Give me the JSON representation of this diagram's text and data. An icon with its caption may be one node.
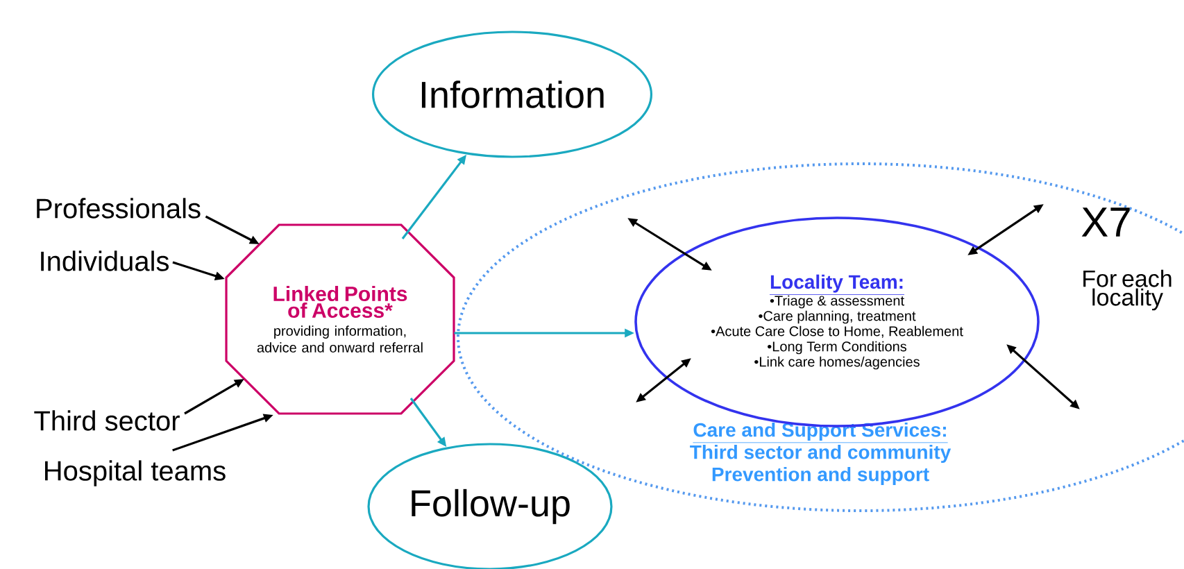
{
  "diagram": {
    "nodes": [
      {
        "text": [
          "Professionals"
        ]
      },
      {
        "text": [
          "Individuals"
        ]
      },
      {
        "text": [
          "Third sector"
        ]
      },
      {
        "text": [
          "Hospital teams"
        ]
      },
      {
        "text": [
          "Linked Points of Access*",
          "providing information, advice and onward referral"
        ]
      },
      {
        "text": [
          "Information"
        ]
      },
      {
        "text": [
          "Follow-up"
        ]
      },
      {
        "text": [
          "Care and Support Services:",
          "Third sector and community",
          "Prevention and support"
        ]
      },
      {
        "text": [
          "Locality Team:",
          "•Triage & assessment",
          "•Care planning, treatment",
          "•Acute Care Close to Home, Reablement",
          "•Long Term Conditions",
          "•Link care homes/agencies"
        ],
        "in": 7
      }
    ],
    "edges": [
      {
        "from": 0,
        "to": 4,
        "arrow": "to"
      },
      {
        "from": 1,
        "to": 4,
        "arrow": "to"
      },
      {
        "from": 2,
        "to": 4,
        "arrow": "to"
      },
      {
        "from": 3,
        "to": 4,
        "arrow": "to"
      },
      {
        "from": 4,
        "to": 5,
        "arrow": "to",
        "color": "#1aa9c0"
      },
      {
        "from": 4,
        "to": 8,
        "arrow": "to",
        "color": "#1aa9c0"
      },
      {
        "from": 4,
        "to": 6,
        "arrow": "to",
        "color": "#1aa9c0"
      },
      {
        "from": null,
        "to": 8,
        "arrow": "both"
      },
      {
        "from": null,
        "to": 8,
        "arrow": "both"
      },
      {
        "from": null,
        "to": 8,
        "arrow": "both"
      },
      {
        "from": null,
        "to": 8,
        "arrow": "both"
      }
    ],
    "labels": [
      "X7",
      "For each locality"
    ]
  }
}
